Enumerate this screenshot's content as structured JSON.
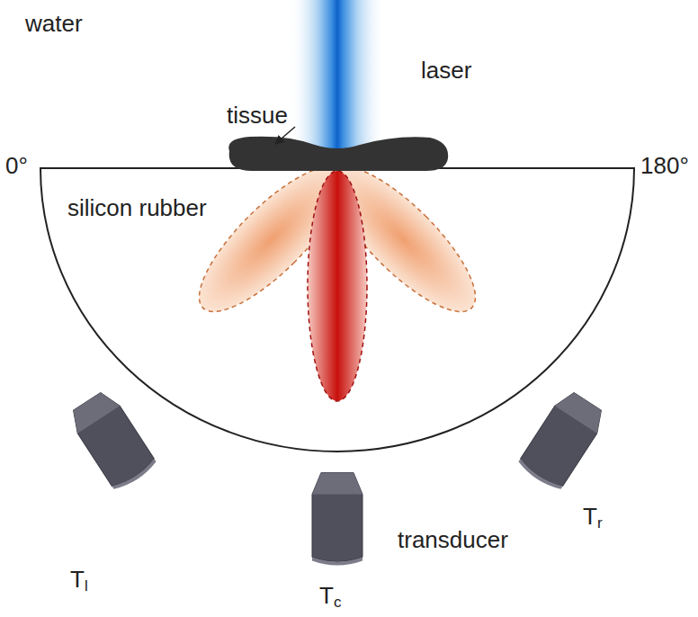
{
  "diagram": {
    "nodes": [
      {
        "text": [
          "silicon rubber"
        ]
      },
      {
        "text": [
          "Tl"
        ]
      },
      {
        "text": [
          "Tc"
        ]
      },
      {
        "text": [
          "Tr"
        ]
      }
    ],
    "labels": [
      "water",
      "laser",
      "tissue",
      "0°",
      "180°",
      "transducer"
    ]
  }
}
